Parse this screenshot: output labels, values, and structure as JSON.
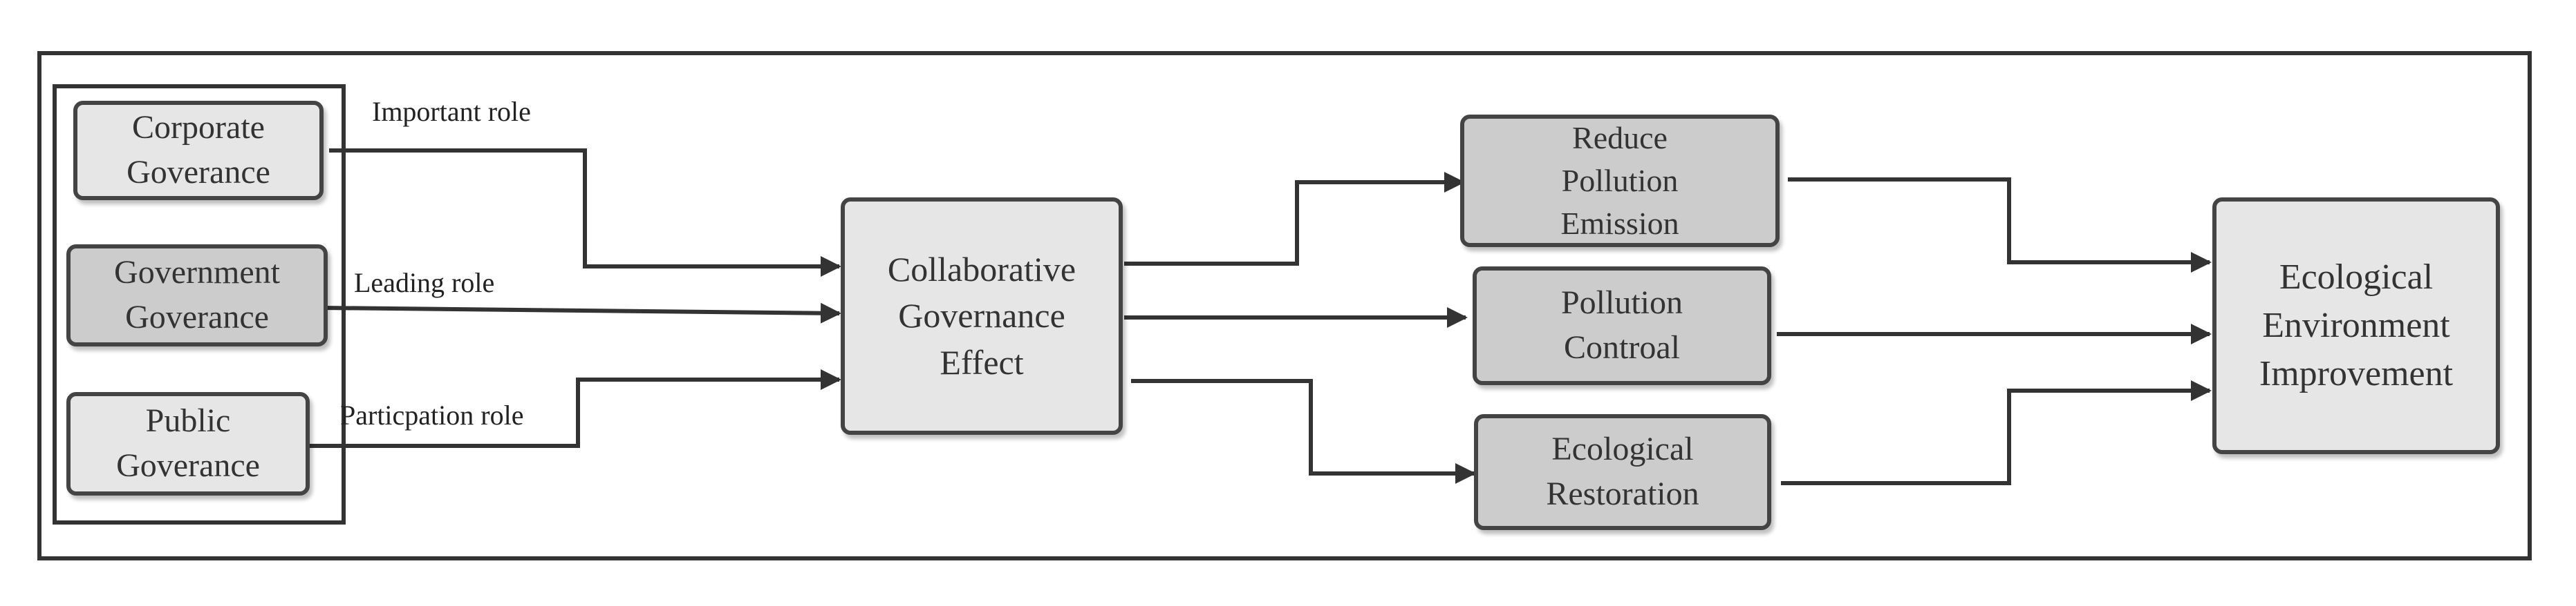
{
  "nodes": {
    "corporate": "Corporate\nGoverance",
    "government": "Government\nGoverance",
    "public": "Public\nGoverance",
    "collab": "Collaborative\nGovernance\nEffect",
    "reduce": "Reduce\nPollution\nEmission",
    "control": "Pollution\nControal",
    "restoration": "Ecological\nRestoration",
    "improvement": "Ecological\nEnvironment\nImprovement"
  },
  "edge_labels": {
    "important": "Important role",
    "leading": "Leading role",
    "participation": "Particpation role"
  },
  "colors": {
    "light_fill": "#e6e6e6",
    "dark_fill": "#cccccc",
    "stroke": "#333333"
  }
}
